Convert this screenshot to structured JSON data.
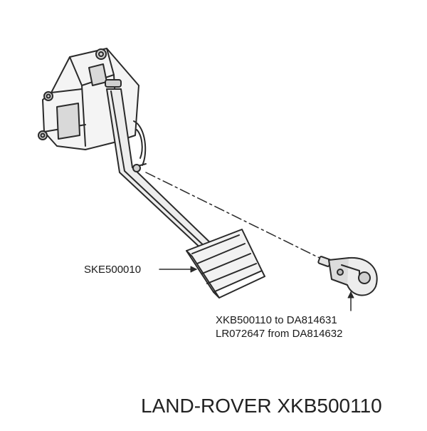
{
  "callouts": {
    "pedal_pad_part": "SKE500010",
    "switch_line1": "XKB500110 to DA814631",
    "switch_line2": "LR072647 from DA814632"
  },
  "footer": {
    "title": "LAND-ROVER XKB500110"
  },
  "colors": {
    "line": "#2a2a2a",
    "shade": "#8a8a8a",
    "background": "#ffffff"
  }
}
